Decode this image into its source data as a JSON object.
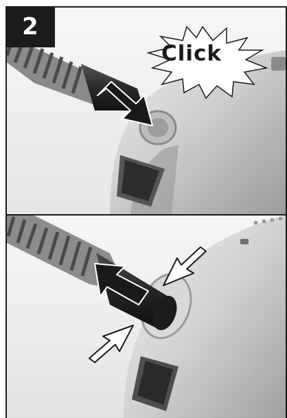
{
  "step": {
    "number": "2"
  },
  "callout": {
    "text": "Click"
  },
  "colors": {
    "frame": "#1a1a1a",
    "badge_bg": "#1c1c1c",
    "badge_text": "#ffffff",
    "arrow_dark": "#1a1a1a",
    "arrow_light": "#ffffff",
    "device_body": "#cfcfcf"
  },
  "illustrations": [
    {
      "name": "insert-hose-illustration",
      "arrow": "push-in-arrow-icon"
    },
    {
      "name": "release-hose-illustration",
      "arrow": "pull-out-arrow-icon",
      "extra": [
        "press-tab-arrow-icon",
        "press-tab-arrow-icon"
      ]
    }
  ]
}
